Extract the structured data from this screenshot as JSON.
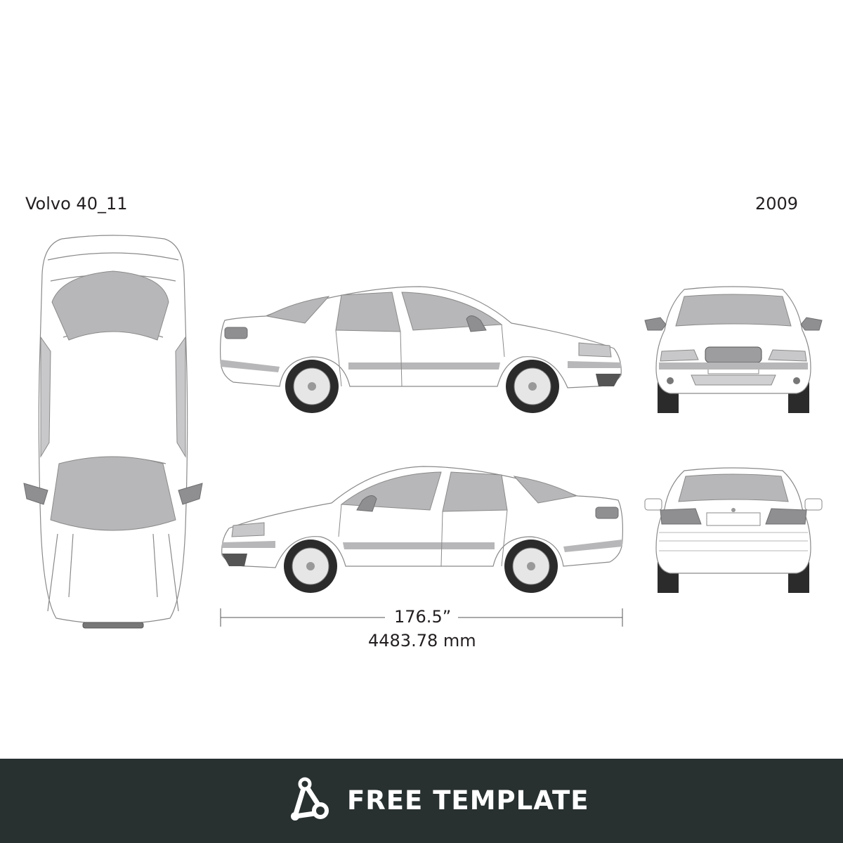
{
  "header": {
    "model": "Volvo 40_11",
    "year": "2009"
  },
  "dimensions": {
    "length_in": "176.5”",
    "length_mm": "4483.78 mm"
  },
  "views": [
    "top-view",
    "left-side-view",
    "right-side-view",
    "front-view",
    "rear-view"
  ],
  "colors": {
    "glass": "#b7b7b9",
    "trim": "#9d9d9f",
    "tire": "#2b2b2b",
    "outline": "#8a8a8a",
    "footer": "#283030"
  },
  "footer": {
    "label": "FREE TEMPLATE",
    "logo_icon": "nodes-triangle-icon"
  }
}
